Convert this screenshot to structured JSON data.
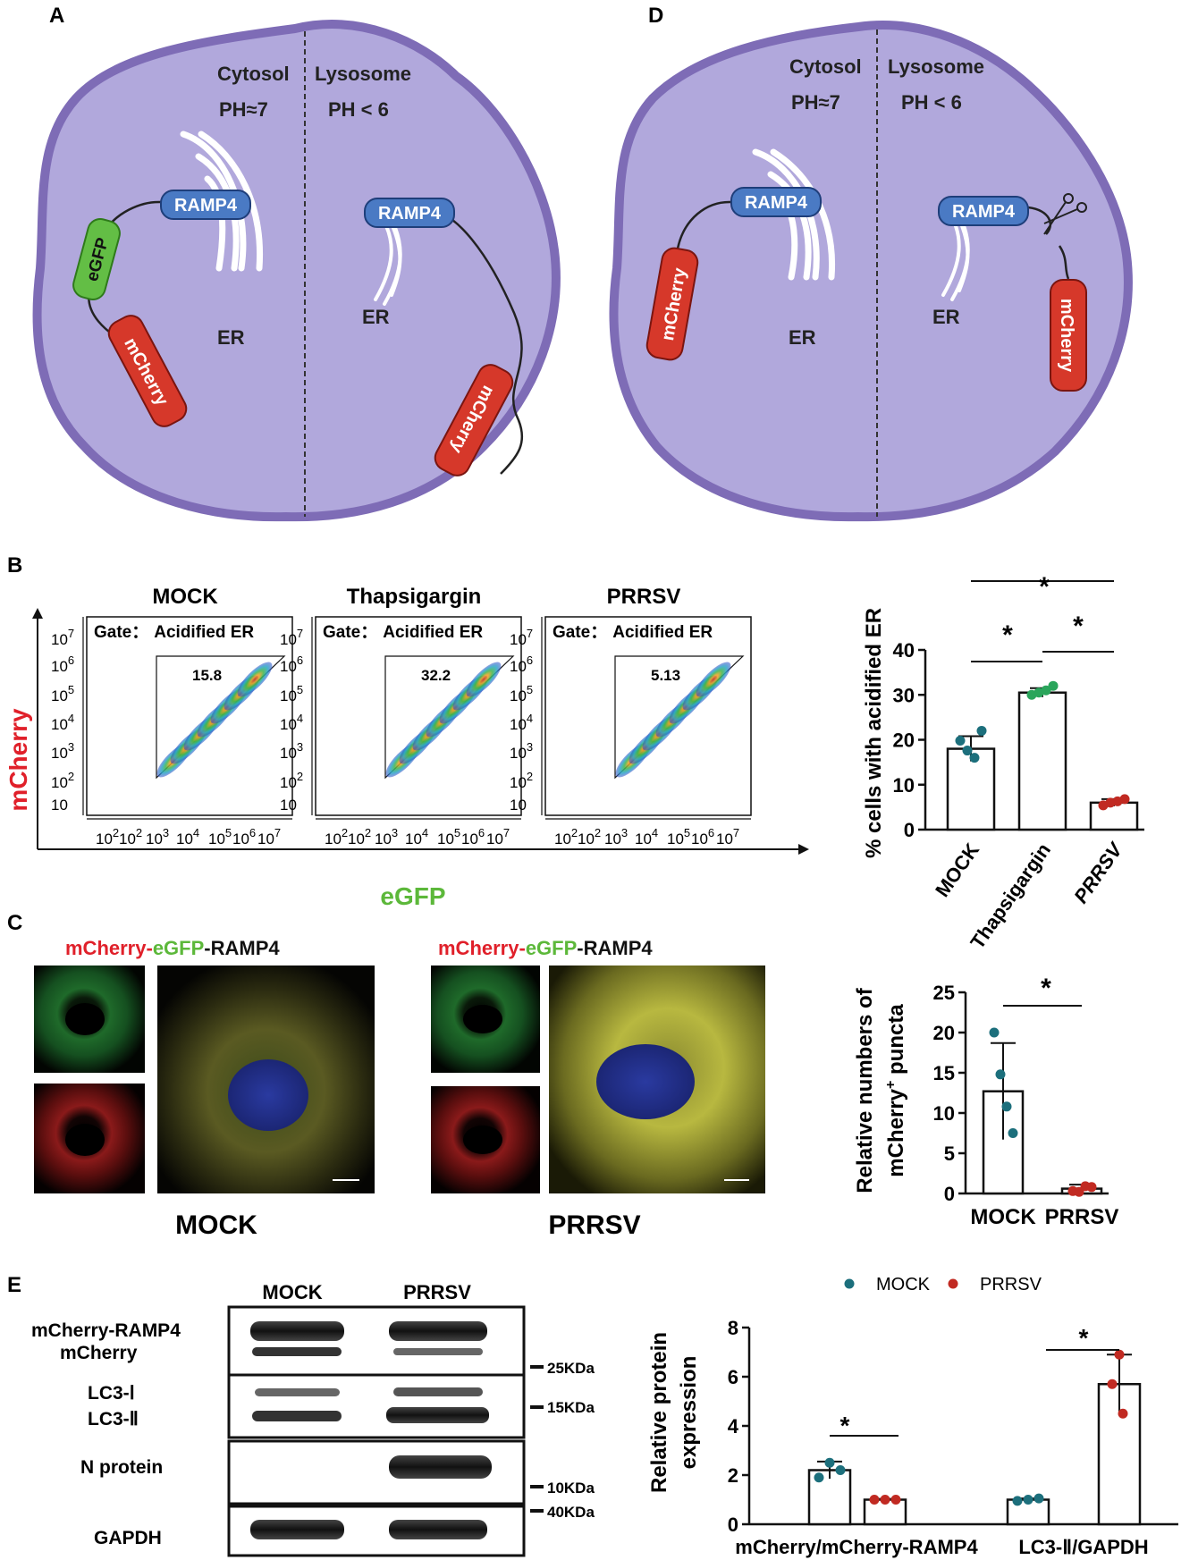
{
  "panels": {
    "A": {
      "letter": "A",
      "cytosol": "Cytosol",
      "lysosome": "Lysosome",
      "ph_cytosol": "PH≈7",
      "ph_lysosome": "PH < 6",
      "ramp4": "RAMP4",
      "egfp": "eGFP",
      "mcherry": "mCherry",
      "er": "ER"
    },
    "D": {
      "letter": "D",
      "cytosol": "Cytosol",
      "lysosome": "Lysosome",
      "ph_cytosol": "PH≈7",
      "ph_lysosome": "PH < 6",
      "ramp4": "RAMP4",
      "mcherry": "mCherry",
      "er": "ER"
    },
    "B": {
      "letter": "B",
      "y_axis": "mCherry",
      "x_axis": "eGFP",
      "gate_label": "Gate：",
      "gate_name": "Acidified ER",
      "ticks": [
        "10",
        "10",
        "10",
        "10",
        "10",
        "10",
        "10"
      ],
      "tick_exp": [
        "",
        "2",
        "3",
        "4",
        "5",
        "6",
        "7"
      ],
      "plots": [
        {
          "title": "MOCK",
          "value": "15.8"
        },
        {
          "title": "Thapsigargin",
          "value": "32.2"
        },
        {
          "title": "PRRSV",
          "value": "5.13"
        }
      ]
    },
    "C": {
      "letter": "C",
      "caption_parts": [
        "mCherry-",
        "eGFP",
        "-RAMP4"
      ],
      "groups": [
        "MOCK",
        "PRRSV"
      ]
    },
    "E": {
      "letter": "E",
      "lanes": [
        "MOCK",
        "PRRSV"
      ],
      "bands": [
        "mCherry-RAMP4",
        "mCherry",
        "LC3-Ⅰ",
        "LC3-Ⅱ",
        "N protein",
        "GAPDH"
      ],
      "markers": [
        "25KDa",
        "15KDa",
        "10KDa",
        "40KDa"
      ]
    }
  },
  "colors": {
    "cell": "#b1a8dc",
    "cell_border": "#7e6cb6",
    "ramp4": "#4a7ac4",
    "egfp": "#63be45",
    "mcherry": "#d6382a",
    "mock": "#1c6f7c",
    "prrsv": "#c12a22",
    "thapsigargin": "#2aa55b"
  },
  "chart_data": [
    {
      "type": "bar",
      "categories": [
        "MOCK",
        "Thapsigargin",
        "PRRSV"
      ],
      "values": [
        18.0,
        30.5,
        6.0
      ],
      "errors": [
        2.8,
        1.0,
        0.8
      ],
      "points": [
        [
          19.8,
          17.6,
          16.0,
          22.0
        ],
        [
          30.0,
          30.5,
          31.0,
          32.0
        ],
        [
          5.4,
          6.0,
          6.3,
          6.8
        ]
      ],
      "ylabel": "% cells with acidified ER",
      "ylim": [
        0,
        40
      ],
      "yticks": [
        0,
        10,
        20,
        30,
        40
      ],
      "significance": [
        "*",
        "*",
        "*"
      ]
    },
    {
      "type": "bar",
      "categories": [
        "MOCK",
        "PRRSV"
      ],
      "values": [
        12.7,
        0.6
      ],
      "errors": [
        6.0,
        0.5
      ],
      "points": [
        [
          20.0,
          14.8,
          10.8,
          7.5
        ],
        [
          0.3,
          0.2,
          0.9,
          0.8
        ]
      ],
      "ylabel_line1": "Relative numbers of",
      "ylabel_line2_pre": "mCherry",
      "ylabel_sup": "+",
      "ylabel_line2_post": " puncta",
      "ylim": [
        0,
        25
      ],
      "yticks": [
        0,
        5,
        10,
        15,
        20,
        25
      ],
      "significance": [
        "*"
      ]
    },
    {
      "type": "bar",
      "categories": [
        "mCherry/mCherry-RAMP4",
        "LC3-Ⅱ/GAPDH"
      ],
      "series": [
        {
          "name": "MOCK",
          "values": [
            2.2,
            1.0
          ],
          "points": [
            [
              1.9,
              2.5,
              2.2
            ],
            [
              0.95,
              1.0,
              1.05
            ]
          ]
        },
        {
          "name": "PRRSV",
          "values": [
            1.0,
            5.7
          ],
          "points": [
            [
              1.0,
              1.0,
              1.0
            ],
            [
              6.9,
              5.7,
              4.5
            ]
          ]
        }
      ],
      "errors": [
        [
          0.35,
          0.05
        ],
        [
          0.03,
          1.2
        ]
      ],
      "ylabel_line1": "Relative protein",
      "ylabel_line2": "expression",
      "ylim": [
        0,
        8
      ],
      "yticks": [
        0,
        2,
        4,
        6,
        8
      ],
      "significance": [
        "*",
        "*"
      ]
    }
  ]
}
